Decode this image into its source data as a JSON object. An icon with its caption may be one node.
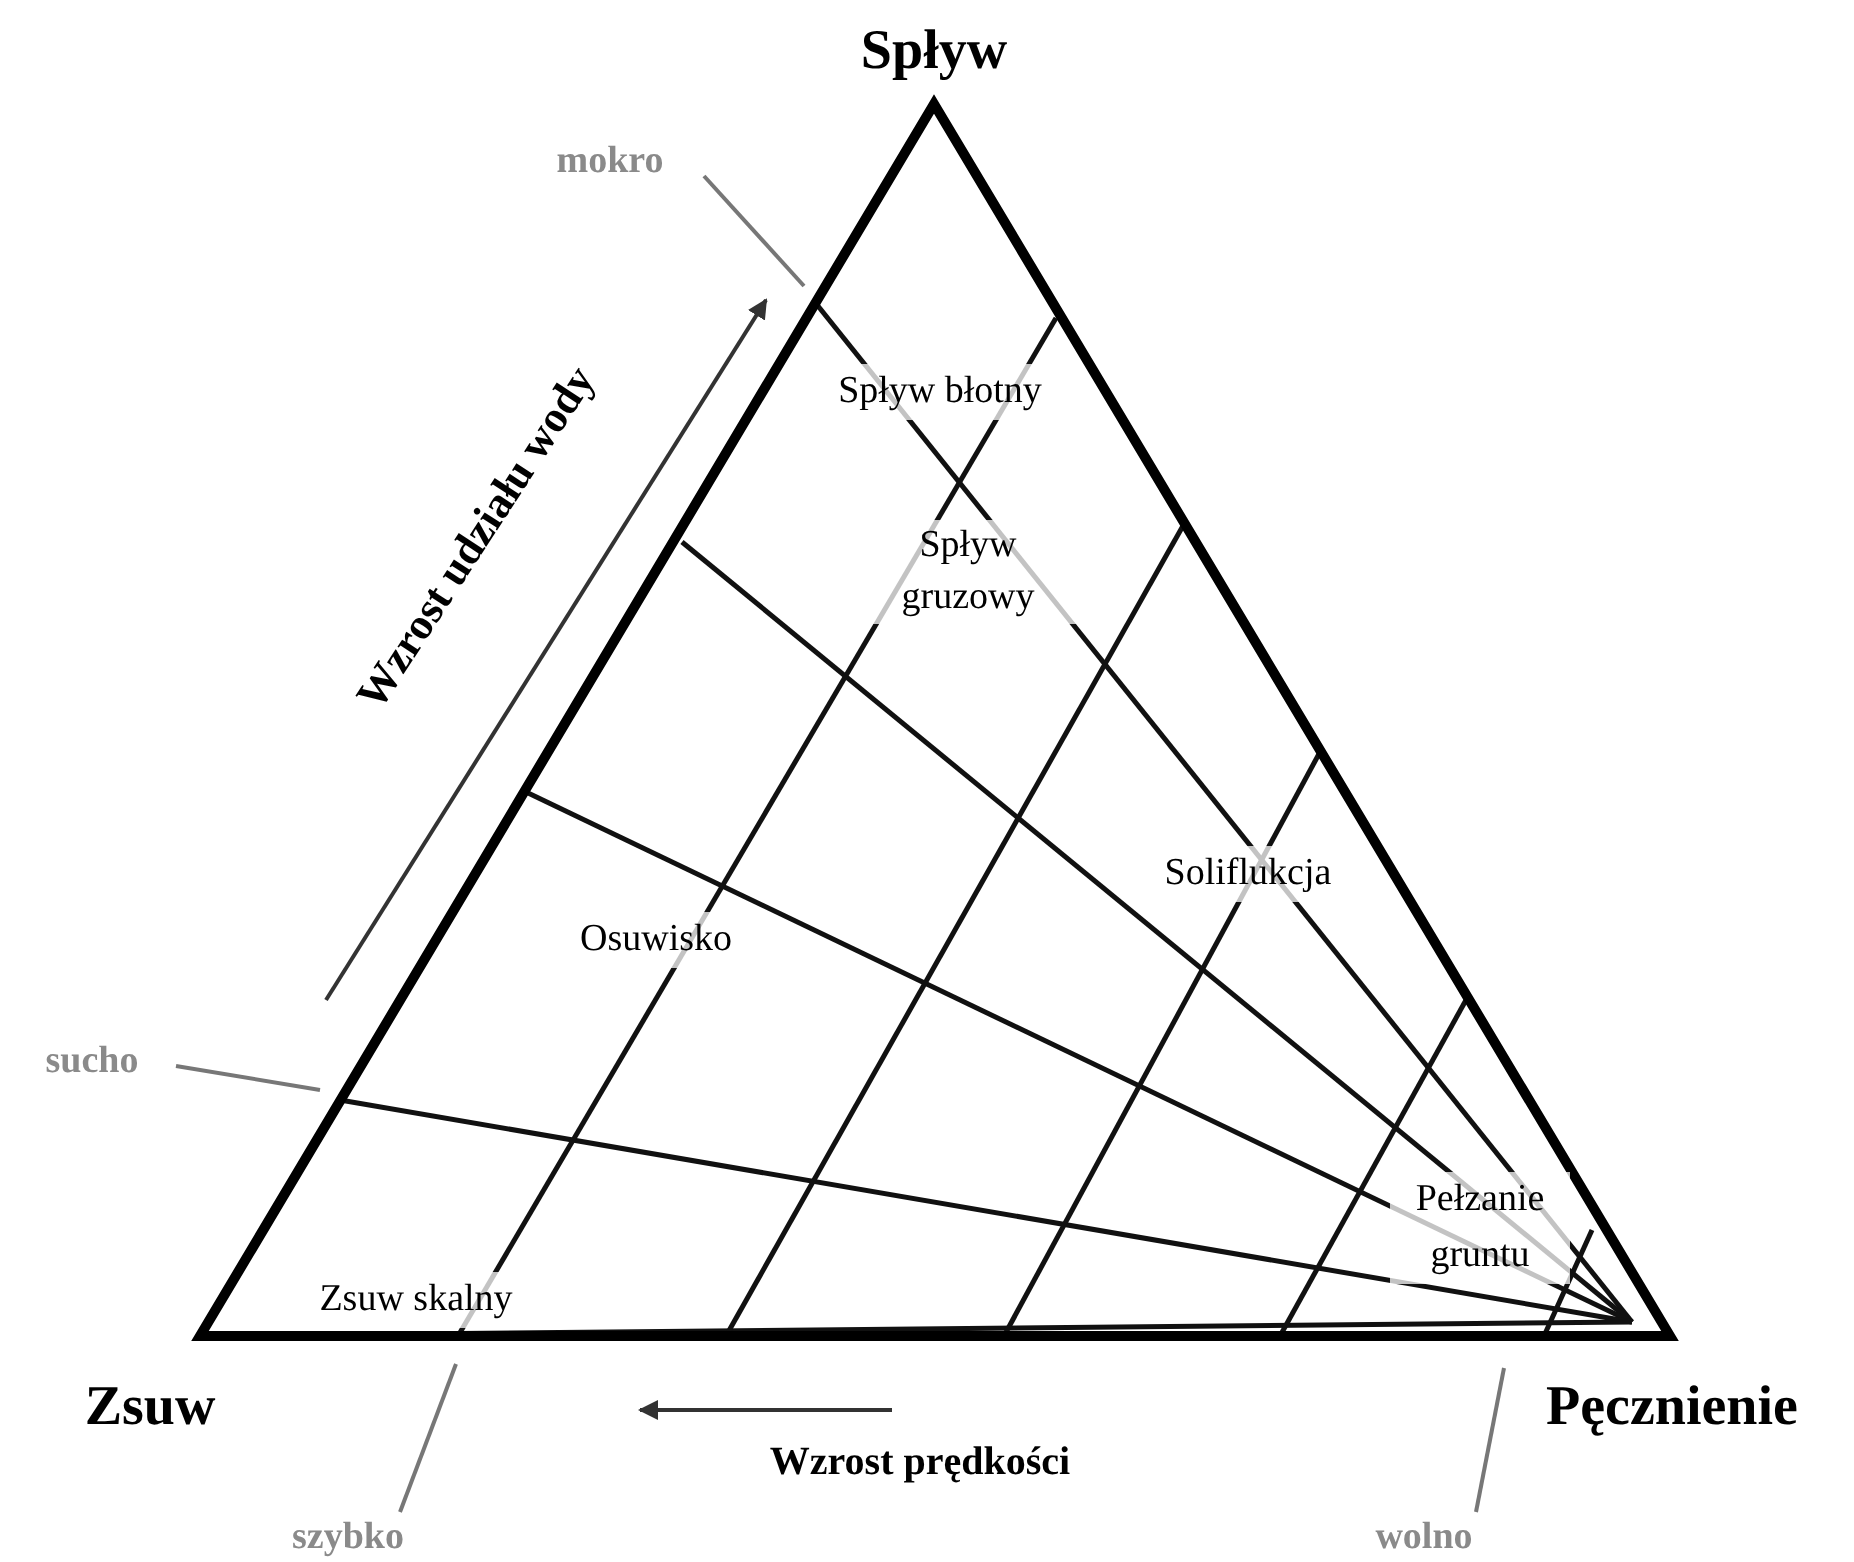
{
  "diagram": {
    "nodes": [
      {
        "text": [
          "mokro"
        ]
      },
      {
        "text": [
          "sucho"
        ]
      },
      {
        "text": [
          "szybko"
        ]
      },
      {
        "text": [
          "wolno"
        ]
      }
    ],
    "edges": [
      {
        "from": 0,
        "to": null,
        "arrow": "none"
      },
      {
        "from": 1,
        "to": null,
        "arrow": "none"
      },
      {
        "from": 2,
        "to": null,
        "arrow": "none"
      },
      {
        "from": 3,
        "to": null,
        "arrow": "none"
      }
    ],
    "labels": [
      "Spływ",
      "Spływ błotny",
      "Spływ gruzowy",
      "Wzrost udziału wody",
      "Soliflukcja",
      "Osuwisko",
      "Pełzanie gruntu",
      "Zsuw skalny",
      "Zsuw",
      "Pęcznienie",
      "Wzrost prędkości"
    ]
  }
}
